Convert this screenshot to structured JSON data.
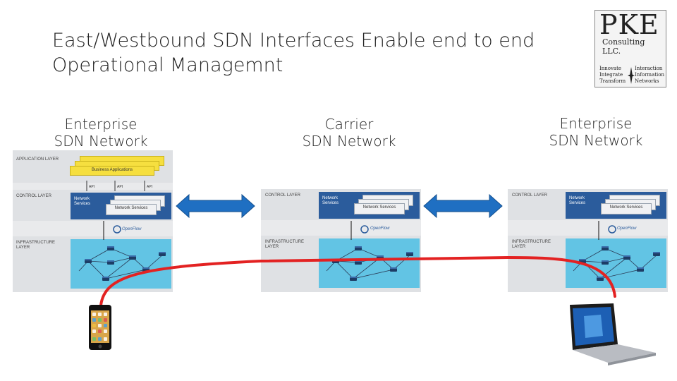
{
  "slide": {
    "title_line1": "East/Westbound SDN Interfaces Enable end to end",
    "title_line2": "Operational Managemnt"
  },
  "logo": {
    "name": "PKE",
    "sub": "Consulting LLC.",
    "left_words": [
      "Innovate",
      "Integrate",
      "Transform"
    ],
    "right_words": [
      "Interaction",
      "Information",
      "Networks"
    ]
  },
  "networks": [
    {
      "label_l1": "Enterprise",
      "label_l2": "SDN Network"
    },
    {
      "label_l1": "Carrier",
      "label_l2": "SDN Network"
    },
    {
      "label_l1": "Enterprise",
      "label_l2": "SDN Network"
    }
  ],
  "layers": {
    "application": "APPLICATION LAYER",
    "control": "CONTROL LAYER",
    "infra_l1": "INFRASTRUCTURE",
    "infra_l2": "LAYER",
    "business_apps": "Business Applications",
    "api": "API",
    "network_l1": "Network",
    "network_l2": "Services",
    "network_services": "Network Services",
    "openflow": "OpenFlow"
  },
  "colors": {
    "control_blue": "#2b5c9c",
    "infra_cyan": "#62c4e4",
    "app_yellow": "#f6df3f",
    "path_red": "#e32222",
    "arrow_blue": "#1f6fc2"
  }
}
